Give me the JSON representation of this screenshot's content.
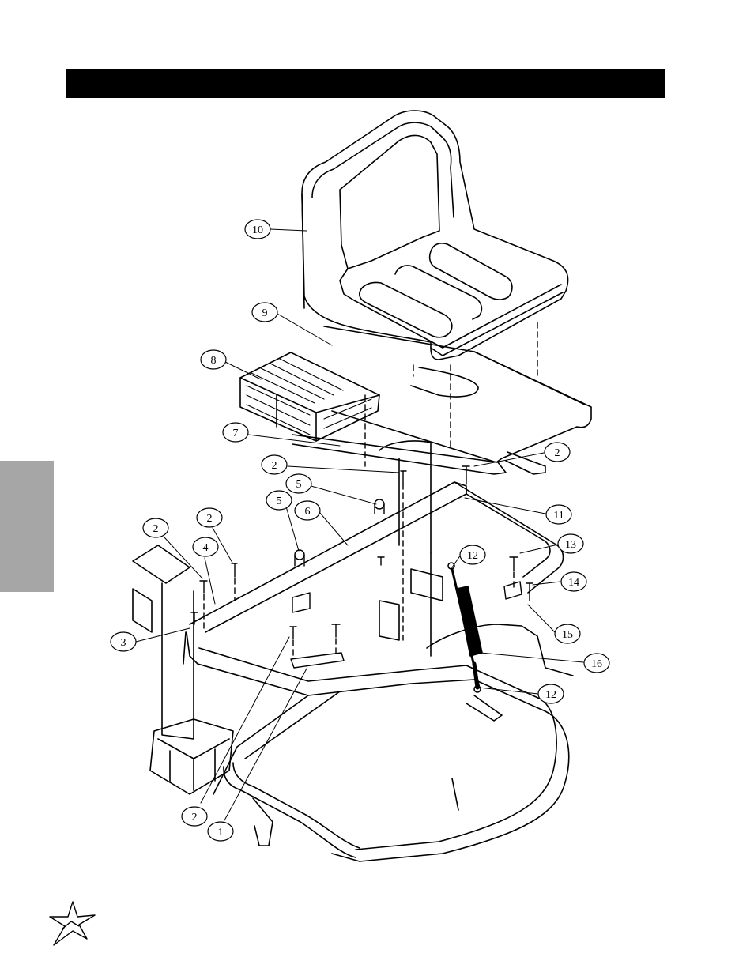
{
  "header": {
    "title": ""
  },
  "callouts": [
    {
      "label": "10"
    },
    {
      "label": "9"
    },
    {
      "label": "8"
    },
    {
      "label": "7"
    },
    {
      "label": "2"
    },
    {
      "label": "2"
    },
    {
      "label": "11"
    },
    {
      "label": "5"
    },
    {
      "label": "5"
    },
    {
      "label": "6"
    },
    {
      "label": "2"
    },
    {
      "label": "2"
    },
    {
      "label": "4"
    },
    {
      "label": "12"
    },
    {
      "label": "13"
    },
    {
      "label": "14"
    },
    {
      "label": "3"
    },
    {
      "label": "15"
    },
    {
      "label": "16"
    },
    {
      "label": "12"
    },
    {
      "label": "2"
    },
    {
      "label": "1"
    }
  ],
  "colors": {
    "header": "#000000",
    "side_tab": "#a6a6a6",
    "line": "#000000"
  },
  "icons": {
    "logo": "star-logo-icon"
  }
}
